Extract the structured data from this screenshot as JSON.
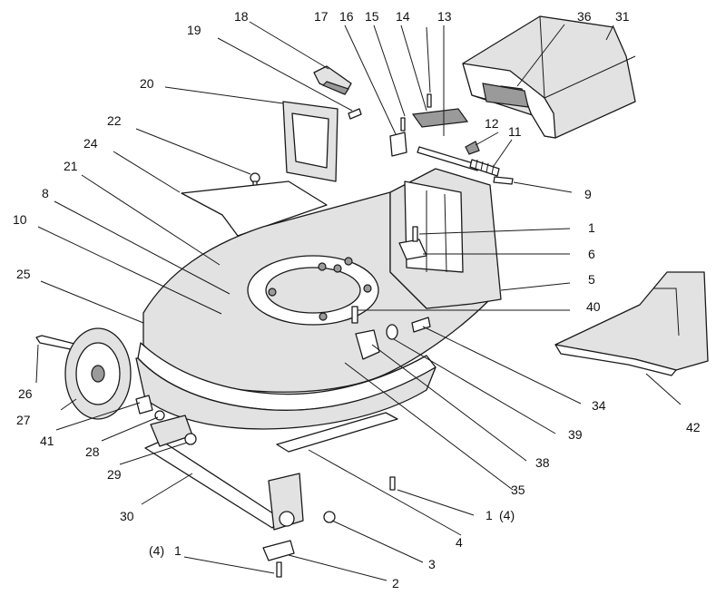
{
  "diagram": {
    "callouts": [
      {
        "id": "c1a",
        "text": "1"
      },
      {
        "id": "c1b",
        "text": "1"
      },
      {
        "id": "c1b_q",
        "text": "(4)"
      },
      {
        "id": "c1c",
        "text": "1"
      },
      {
        "id": "c1c_q",
        "text": "(4)"
      },
      {
        "id": "c2",
        "text": "2"
      },
      {
        "id": "c3",
        "text": "3"
      },
      {
        "id": "c4",
        "text": "4"
      },
      {
        "id": "c5",
        "text": "5"
      },
      {
        "id": "c6",
        "text": "6"
      },
      {
        "id": "c8",
        "text": "8"
      },
      {
        "id": "c9",
        "text": "9"
      },
      {
        "id": "c10",
        "text": "10"
      },
      {
        "id": "c11",
        "text": "11"
      },
      {
        "id": "c12",
        "text": "12"
      },
      {
        "id": "c13",
        "text": "13"
      },
      {
        "id": "c14",
        "text": "14"
      },
      {
        "id": "c15",
        "text": "15"
      },
      {
        "id": "c16",
        "text": "16"
      },
      {
        "id": "c17",
        "text": "17"
      },
      {
        "id": "c18",
        "text": "18"
      },
      {
        "id": "c19",
        "text": "19"
      },
      {
        "id": "c20",
        "text": "20"
      },
      {
        "id": "c21",
        "text": "21"
      },
      {
        "id": "c22",
        "text": "22"
      },
      {
        "id": "c24",
        "text": "24"
      },
      {
        "id": "c25",
        "text": "25"
      },
      {
        "id": "c26",
        "text": "26"
      },
      {
        "id": "c27",
        "text": "27"
      },
      {
        "id": "c28",
        "text": "28"
      },
      {
        "id": "c29",
        "text": "29"
      },
      {
        "id": "c30",
        "text": "30"
      },
      {
        "id": "c31",
        "text": "31"
      },
      {
        "id": "c34",
        "text": "34"
      },
      {
        "id": "c35",
        "text": "35"
      },
      {
        "id": "c36",
        "text": "36"
      },
      {
        "id": "c38",
        "text": "38"
      },
      {
        "id": "c39",
        "text": "39"
      },
      {
        "id": "c40",
        "text": "40"
      },
      {
        "id": "c41",
        "text": "41"
      },
      {
        "id": "c42",
        "text": "42"
      }
    ]
  }
}
